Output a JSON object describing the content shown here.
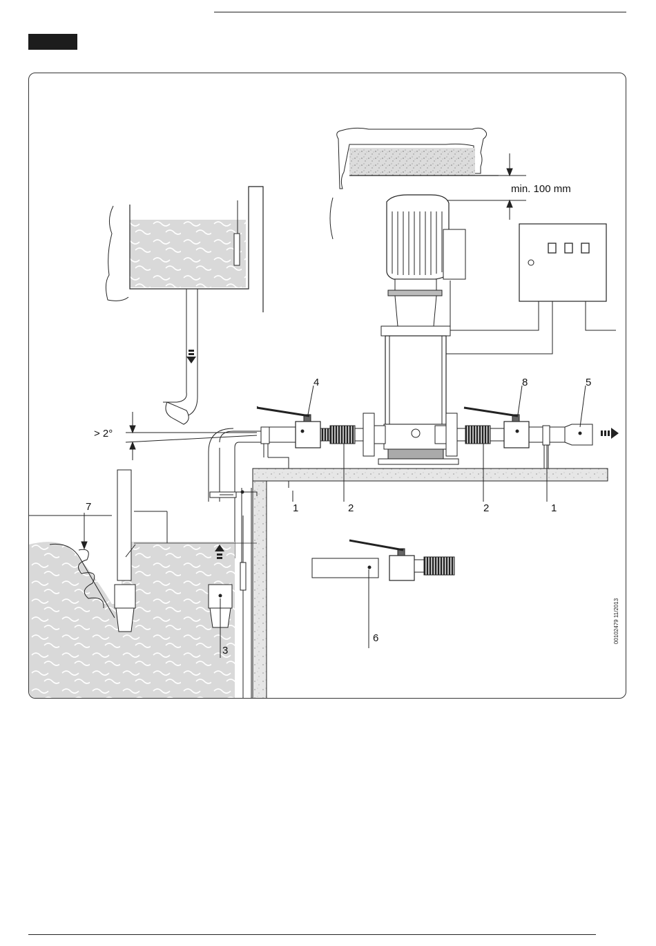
{
  "figure": {
    "clearance_label": "min. 100 mm",
    "angle_label": "> 2°",
    "document_ref": "00102479  11/2013",
    "callouts": {
      "c1_left": "1",
      "c2_left": "2",
      "c2_right": "2",
      "c1_right": "1",
      "c3": "3",
      "c4": "4",
      "c5": "5",
      "c6": "6",
      "c7": "7",
      "c8": "8"
    }
  },
  "colors": {
    "line": "#222222",
    "water": "#d9d9d9",
    "concrete": "#e6e6e6",
    "dark_fill": "#1c1c1c"
  }
}
